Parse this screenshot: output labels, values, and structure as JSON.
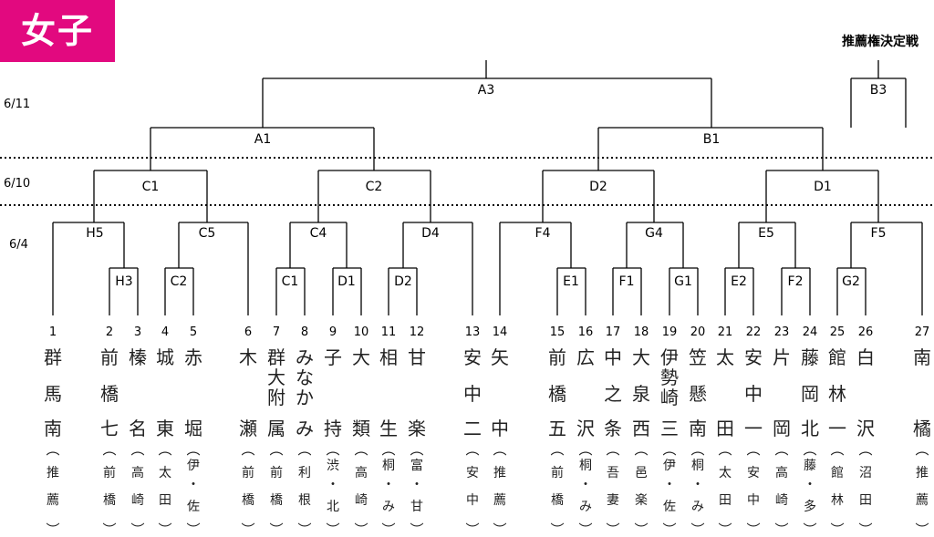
{
  "title": "女子",
  "dates": [
    "6/11",
    "6/10",
    "6/4"
  ],
  "recommendation_label": "推薦権決定戦",
  "teams": [
    {
      "no": "1",
      "name": "群馬南",
      "rec": "推薦"
    },
    {
      "no": "2",
      "name": "前橋七",
      "rec": "前橋"
    },
    {
      "no": "3",
      "name": "榛名",
      "rec": "高崎"
    },
    {
      "no": "4",
      "name": "城東",
      "rec": "太田"
    },
    {
      "no": "5",
      "name": "赤堀",
      "rec": "伊・佐"
    },
    {
      "no": "6",
      "name": "木瀬",
      "rec": "前橋"
    },
    {
      "no": "7",
      "name": "群大附属",
      "rec": "前橋"
    },
    {
      "no": "8",
      "name": "みなかみ",
      "rec": "利根"
    },
    {
      "no": "9",
      "name": "子持",
      "rec": "渋・北"
    },
    {
      "no": "10",
      "name": "大類",
      "rec": "高崎"
    },
    {
      "no": "11",
      "name": "相生",
      "rec": "桐・み"
    },
    {
      "no": "12",
      "name": "甘楽",
      "rec": "富・甘"
    },
    {
      "no": "13",
      "name": "安中二",
      "rec": "安中"
    },
    {
      "no": "14",
      "name": "矢中",
      "rec": "推薦"
    },
    {
      "no": "15",
      "name": "前橋五",
      "rec": "前橋"
    },
    {
      "no": "16",
      "name": "広沢",
      "rec": "桐・み"
    },
    {
      "no": "17",
      "name": "中之条",
      "rec": "吾妻"
    },
    {
      "no": "18",
      "name": "大泉西",
      "rec": "邑楽"
    },
    {
      "no": "19",
      "name": "伊勢崎三",
      "rec": "伊・佐"
    },
    {
      "no": "20",
      "name": "笠懸南",
      "rec": "桐・み"
    },
    {
      "no": "21",
      "name": "太田",
      "rec": "太田"
    },
    {
      "no": "22",
      "name": "安中一",
      "rec": "安中"
    },
    {
      "no": "23",
      "name": "片岡",
      "rec": "高崎"
    },
    {
      "no": "24",
      "name": "藤岡北",
      "rec": "藤・多"
    },
    {
      "no": "25",
      "name": "館林一",
      "rec": "館林"
    },
    {
      "no": "26",
      "name": "白沢",
      "rec": "沼田"
    },
    {
      "no": "27",
      "name": "南橘",
      "rec": "推薦"
    }
  ],
  "matches": [
    "A3",
    "A1",
    "B1",
    "B3",
    "C1",
    "C2",
    "D2",
    "D1",
    "H5",
    "C5",
    "C4",
    "D4",
    "F4",
    "G4",
    "E5",
    "F5",
    "H3",
    "C2",
    "C1",
    "D1",
    "D2",
    "E1",
    "F1",
    "G1",
    "E2",
    "F2",
    "G2"
  ]
}
